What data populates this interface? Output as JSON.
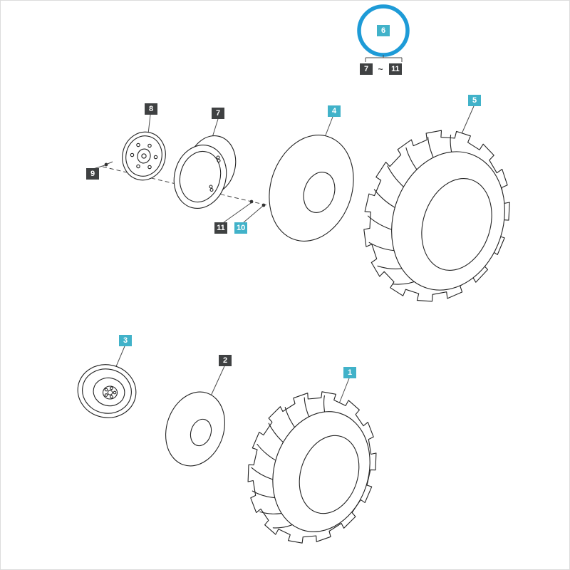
{
  "diagram": {
    "colors": {
      "accent_cyan": "#41b2c9",
      "label_dark": "#3f4142",
      "highlight_blue": "#1e9bd7",
      "line_art": "#222222"
    },
    "callouts": {
      "n1": "1",
      "n2": "2",
      "n3": "3",
      "n4": "4",
      "n5": "5",
      "n6": "6",
      "n7": "7",
      "n8": "8",
      "n9": "9",
      "n10": "10",
      "n11": "11"
    },
    "range": {
      "from": "7",
      "tilde": "~",
      "to": "11"
    }
  }
}
